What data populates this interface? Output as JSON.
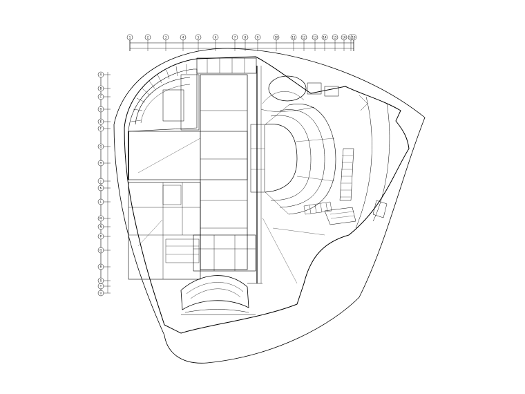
{
  "drawing": {
    "line_color": "#000000",
    "background": "#ffffff",
    "top_grid_labels": [
      "1",
      "2",
      "3",
      "4",
      "5",
      "6",
      "7",
      "8",
      "9",
      "10",
      "11",
      "12",
      "13",
      "14",
      "15",
      "16",
      "17",
      "18"
    ],
    "left_grid_labels": [
      "A",
      "B",
      "C",
      "D",
      "E",
      "F",
      "G",
      "H",
      "J",
      "K",
      "L",
      "M",
      "N",
      "P",
      "Q",
      "R",
      "S",
      "T",
      "U"
    ]
  }
}
